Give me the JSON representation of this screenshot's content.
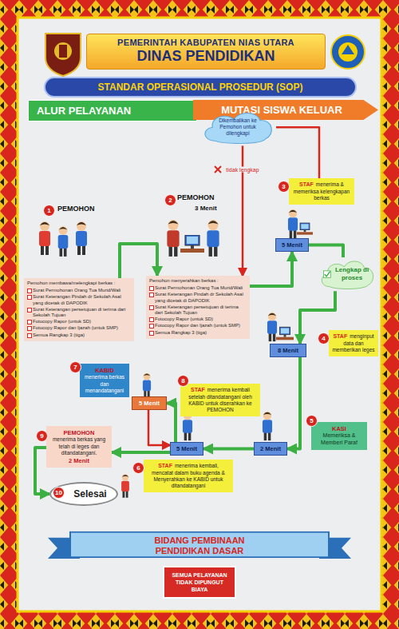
{
  "diagram": {
    "nodes": [
      {
        "text": [
          "PEMERINTAH KABUPATEN NIAS UTARA",
          "DINAS PENDIDIKAN"
        ]
      },
      {
        "text": [
          "STANDAR OPERASIONAL PROSEDUR (SOP)"
        ]
      },
      {
        "text": [
          "ALUR PELAYANAN"
        ]
      },
      {
        "text": [
          "MUTASI SISWA KELUAR"
        ]
      },
      {
        "text": [
          "Pemohon membawa/melengkapi berkas :",
          "Surat Permohonan Orang Tua Murid/Wali",
          "Surat Keterangan Pindah dr Sekolah Asal yang dicetak di DAPODIK",
          "Surat Keterangan persetujuan di terima dari Sekolah Tujuan",
          "Fotocopy Rapor (untuk SD)",
          "Fotocopy Rapor dan Ijazah (untuk SMP)",
          "Semua Rangkap 3 (tiga)"
        ]
      },
      {
        "text": [
          "Pemohon menyerahkan berkas :",
          "Surat Permohonan Orang Tua Murid/Wali",
          "Surat Keterangan Pindah dr Sekolah Asal yang dicetak di DAPODIK",
          "Surat Keterangan persetujuan di terima dari Sekolah Tujuan",
          "Fotocopy Rapor (untuk SD)",
          "Fotocopy Rapor dan Ijazah (untuk SMP)",
          "Semua Rangkap 3 (tiga)"
        ]
      },
      {
        "text": [
          "Dikembalikan ke Pemohon untuk dilengkapi"
        ]
      },
      {
        "text": [
          "STAF",
          "menerima & memeriksa kelengkapan berkas"
        ]
      },
      {
        "text": [
          "5 Menit"
        ]
      },
      {
        "text": [
          "Lengkap di proses"
        ]
      },
      {
        "text": [
          "8 Menit"
        ]
      },
      {
        "text": [
          "STAF",
          "menginput data dan memberikan leges"
        ]
      },
      {
        "text": [
          "2 Menit"
        ]
      },
      {
        "text": [
          "KASI",
          "Memeriksa & Memberi Paraf"
        ]
      },
      {
        "text": [
          "5 Menit"
        ]
      },
      {
        "text": [
          "STAF",
          "menerima kembali, mencatat dalam buku agenda & Menyerahkan ke KABID untuk ditandatangani"
        ]
      },
      {
        "text": [
          "5 Menit"
        ]
      },
      {
        "text": [
          "KABID",
          "menerima berkas dan menandatangani"
        ]
      },
      {
        "text": [
          "STAF",
          "menerima kembali setelah ditandatangani oleh KABID untuk diserahkan ke PEMOHON"
        ]
      },
      {
        "text": [
          "PEMOHON",
          "menerima berkas yang telah di leges dan ditandatangani.",
          "2 Menit"
        ]
      },
      {
        "text": [
          "Selesai"
        ]
      },
      {
        "text": [
          "BIDANG PEMBINAAN PENDIDIKAN DASAR"
        ]
      },
      {
        "text": [
          "SEMUA PELAYANAN TIDAK DIPUNGUT BIAYA"
        ]
      }
    ],
    "edges": [
      {
        "from": 4,
        "to": 5,
        "arrow": "to"
      },
      {
        "from": 5,
        "to": 8,
        "arrow": "to"
      },
      {
        "from": 7,
        "to": 6,
        "arrow": "none"
      },
      {
        "from": 6,
        "to": 5,
        "label": "tidak lengkap",
        "arrow": "to"
      },
      {
        "from": 8,
        "to": 9,
        "arrow": "none"
      },
      {
        "from": 9,
        "to": 10,
        "arrow": "to"
      },
      {
        "from": 10,
        "to": 12,
        "arrow": "to"
      },
      {
        "from": 12,
        "to": 14,
        "arrow": "to"
      },
      {
        "from": 14,
        "to": 16,
        "arrow": "to"
      },
      {
        "from": 16,
        "to": 14,
        "arrow": "to"
      },
      {
        "from": 14,
        "to": 19,
        "arrow": "to"
      },
      {
        "from": 19,
        "to": 20,
        "arrow": "to"
      }
    ],
    "labels": [
      "1",
      "PEMOHON",
      "2",
      "PEMOHON",
      "3 Menit",
      "3",
      "4",
      "5",
      "6",
      "7",
      "8",
      "9",
      "10"
    ]
  }
}
